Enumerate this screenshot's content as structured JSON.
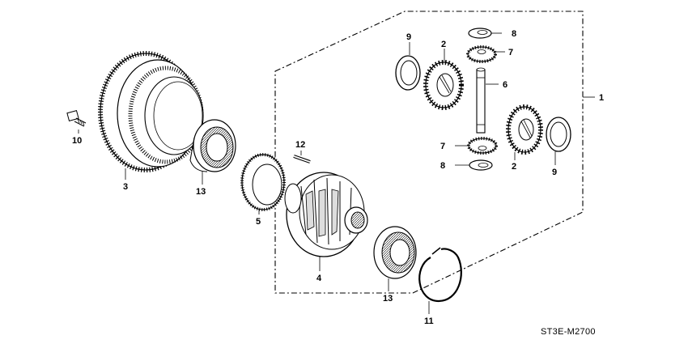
{
  "diagram": {
    "code": "ST3E-M2700",
    "callouts": {
      "c1": "1",
      "c2a": "2",
      "c2b": "2",
      "c3": "3",
      "c4": "4",
      "c5": "5",
      "c6": "6",
      "c7a": "7",
      "c7b": "7",
      "c8a": "8",
      "c8b": "8",
      "c9a": "9",
      "c9b": "9",
      "c10": "10",
      "c11": "11",
      "c12": "12",
      "c13a": "13",
      "c13b": "13"
    }
  }
}
